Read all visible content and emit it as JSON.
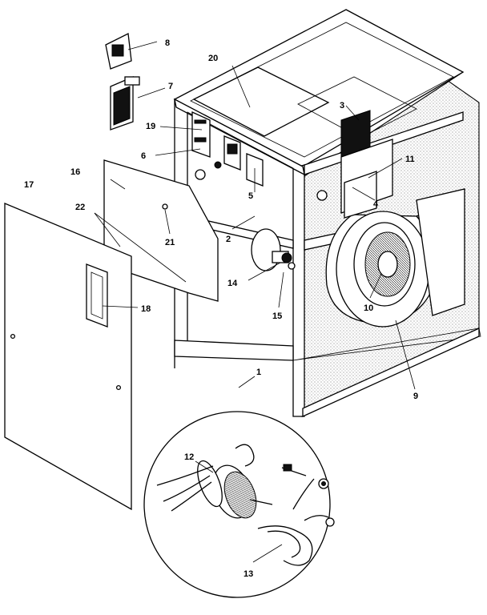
{
  "diagram": {
    "parts": [
      {
        "id": "p1",
        "label": "1"
      },
      {
        "id": "p2",
        "label": "2"
      },
      {
        "id": "p3",
        "label": "3"
      },
      {
        "id": "p4",
        "label": "4"
      },
      {
        "id": "p5",
        "label": "5"
      },
      {
        "id": "p6",
        "label": "6"
      },
      {
        "id": "p7",
        "label": "7"
      },
      {
        "id": "p8",
        "label": "8"
      },
      {
        "id": "p9",
        "label": "9"
      },
      {
        "id": "p10",
        "label": "10"
      },
      {
        "id": "p11",
        "label": "11"
      },
      {
        "id": "p12",
        "label": "12"
      },
      {
        "id": "p13",
        "label": "13"
      },
      {
        "id": "p14",
        "label": "14"
      },
      {
        "id": "p15",
        "label": "15"
      },
      {
        "id": "p16",
        "label": "16"
      },
      {
        "id": "p17",
        "label": "17"
      },
      {
        "id": "p18",
        "label": "18"
      },
      {
        "id": "p19",
        "label": "19"
      },
      {
        "id": "p20",
        "label": "20"
      },
      {
        "id": "p21",
        "label": "21"
      },
      {
        "id": "p22",
        "label": "22"
      }
    ]
  }
}
